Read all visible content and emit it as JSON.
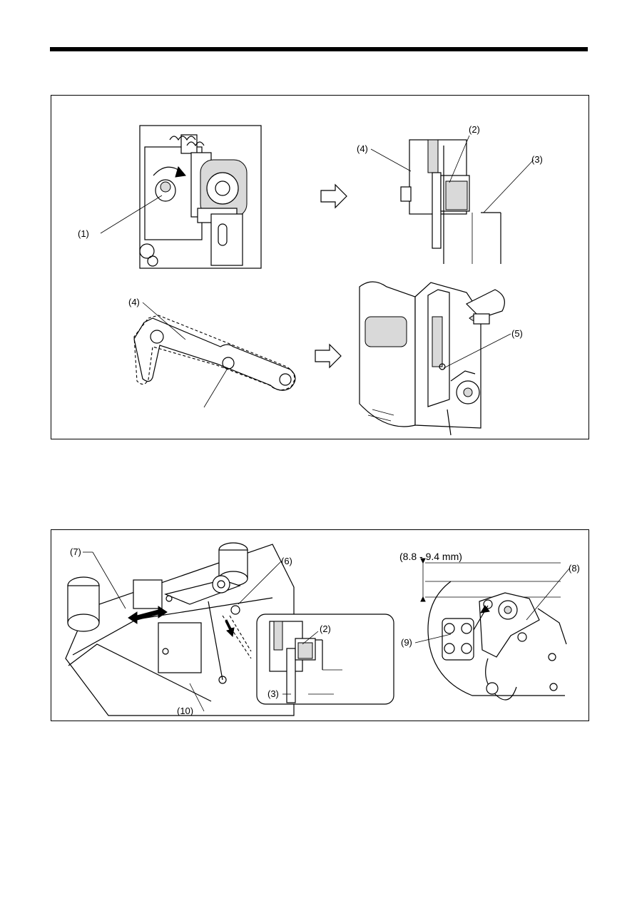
{
  "panel_top": {
    "labels": {
      "l1": "(1)",
      "l2": "(2)",
      "l3": "(3)",
      "l4_top": "(4)",
      "l4_bottom": "(4)",
      "l5": "(5)"
    },
    "icons": [
      "rotate-arrow-icon",
      "hollow-right-arrow-icon"
    ]
  },
  "panel_bottom": {
    "labels": {
      "l7": "(7)",
      "l6": "(6)",
      "l2": "(2)",
      "l3": "(3)",
      "l10": "(10)",
      "l8": "(8)",
      "l9": "(9)",
      "dimension": "(8.8 - 9.4 mm)"
    },
    "icons": [
      "double-arrow-icon",
      "down-arrow-icon"
    ]
  }
}
